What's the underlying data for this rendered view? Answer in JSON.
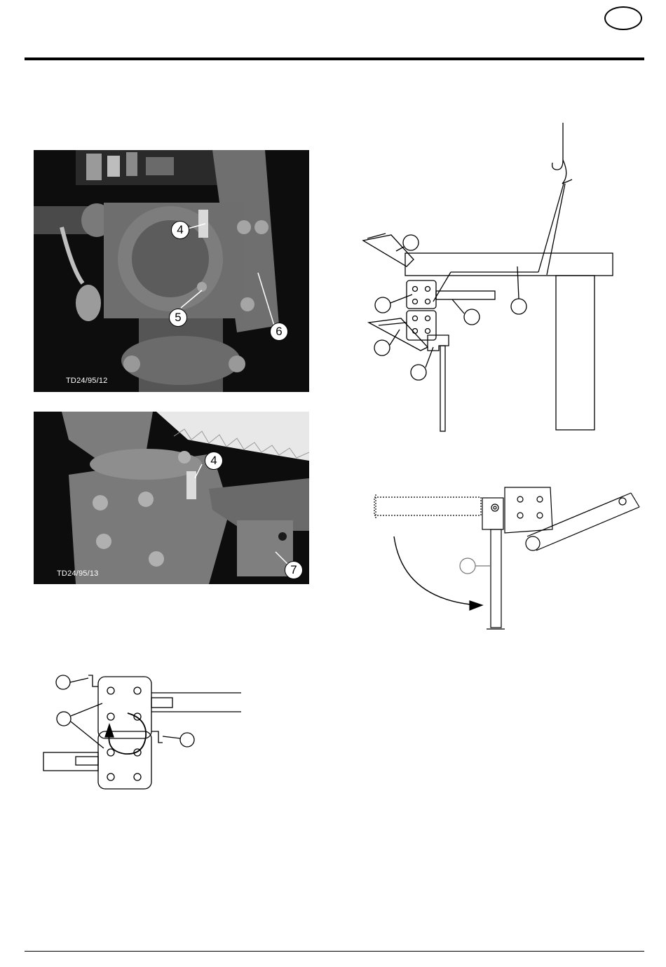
{
  "header": {
    "language_badge": ""
  },
  "photo1": {
    "code": "TD24/95/12",
    "callouts": [
      {
        "id": "c4",
        "label": "4"
      },
      {
        "id": "c5",
        "label": "5"
      },
      {
        "id": "c6",
        "label": "6"
      }
    ]
  },
  "photo2": {
    "code": "TD24/95/13",
    "callouts": [
      {
        "id": "c4",
        "label": "4"
      },
      {
        "id": "c7",
        "label": "7"
      }
    ]
  },
  "colors": {
    "photo_bg": "#0d0d0d",
    "line": "#000000",
    "gray_line": "#777777"
  }
}
